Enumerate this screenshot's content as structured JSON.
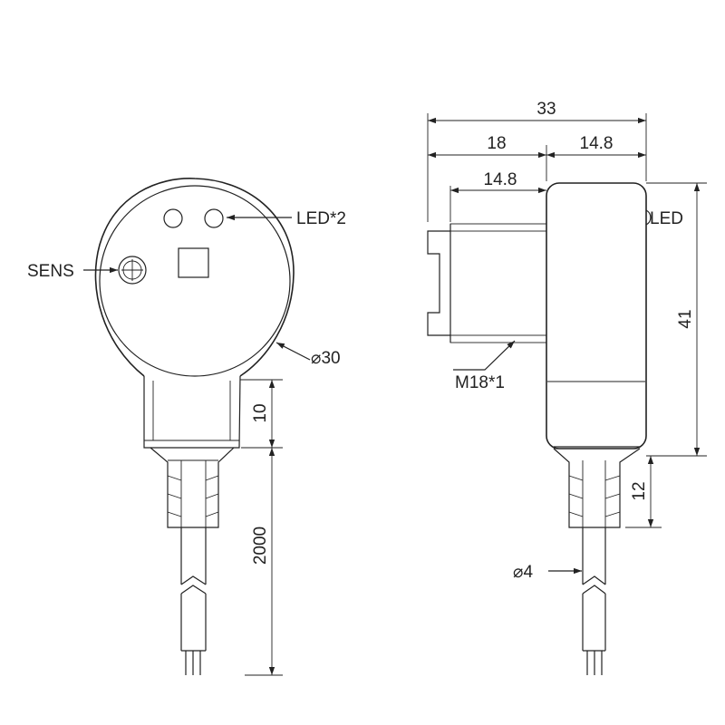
{
  "front_view": {
    "led_label": "LED*2",
    "sens_label": "SENS",
    "diameter_label": "⌀30",
    "dim_neck": "10",
    "dim_cable": "2000"
  },
  "side_view": {
    "dim_overall": "33",
    "dim_left": "18",
    "dim_right": "14.8",
    "dim_thread_len": "14.8",
    "led_label": "LED",
    "dim_height": "41",
    "thread_label": "M18*1",
    "dim_strain": "12",
    "cable_diameter_label": "⌀4"
  }
}
